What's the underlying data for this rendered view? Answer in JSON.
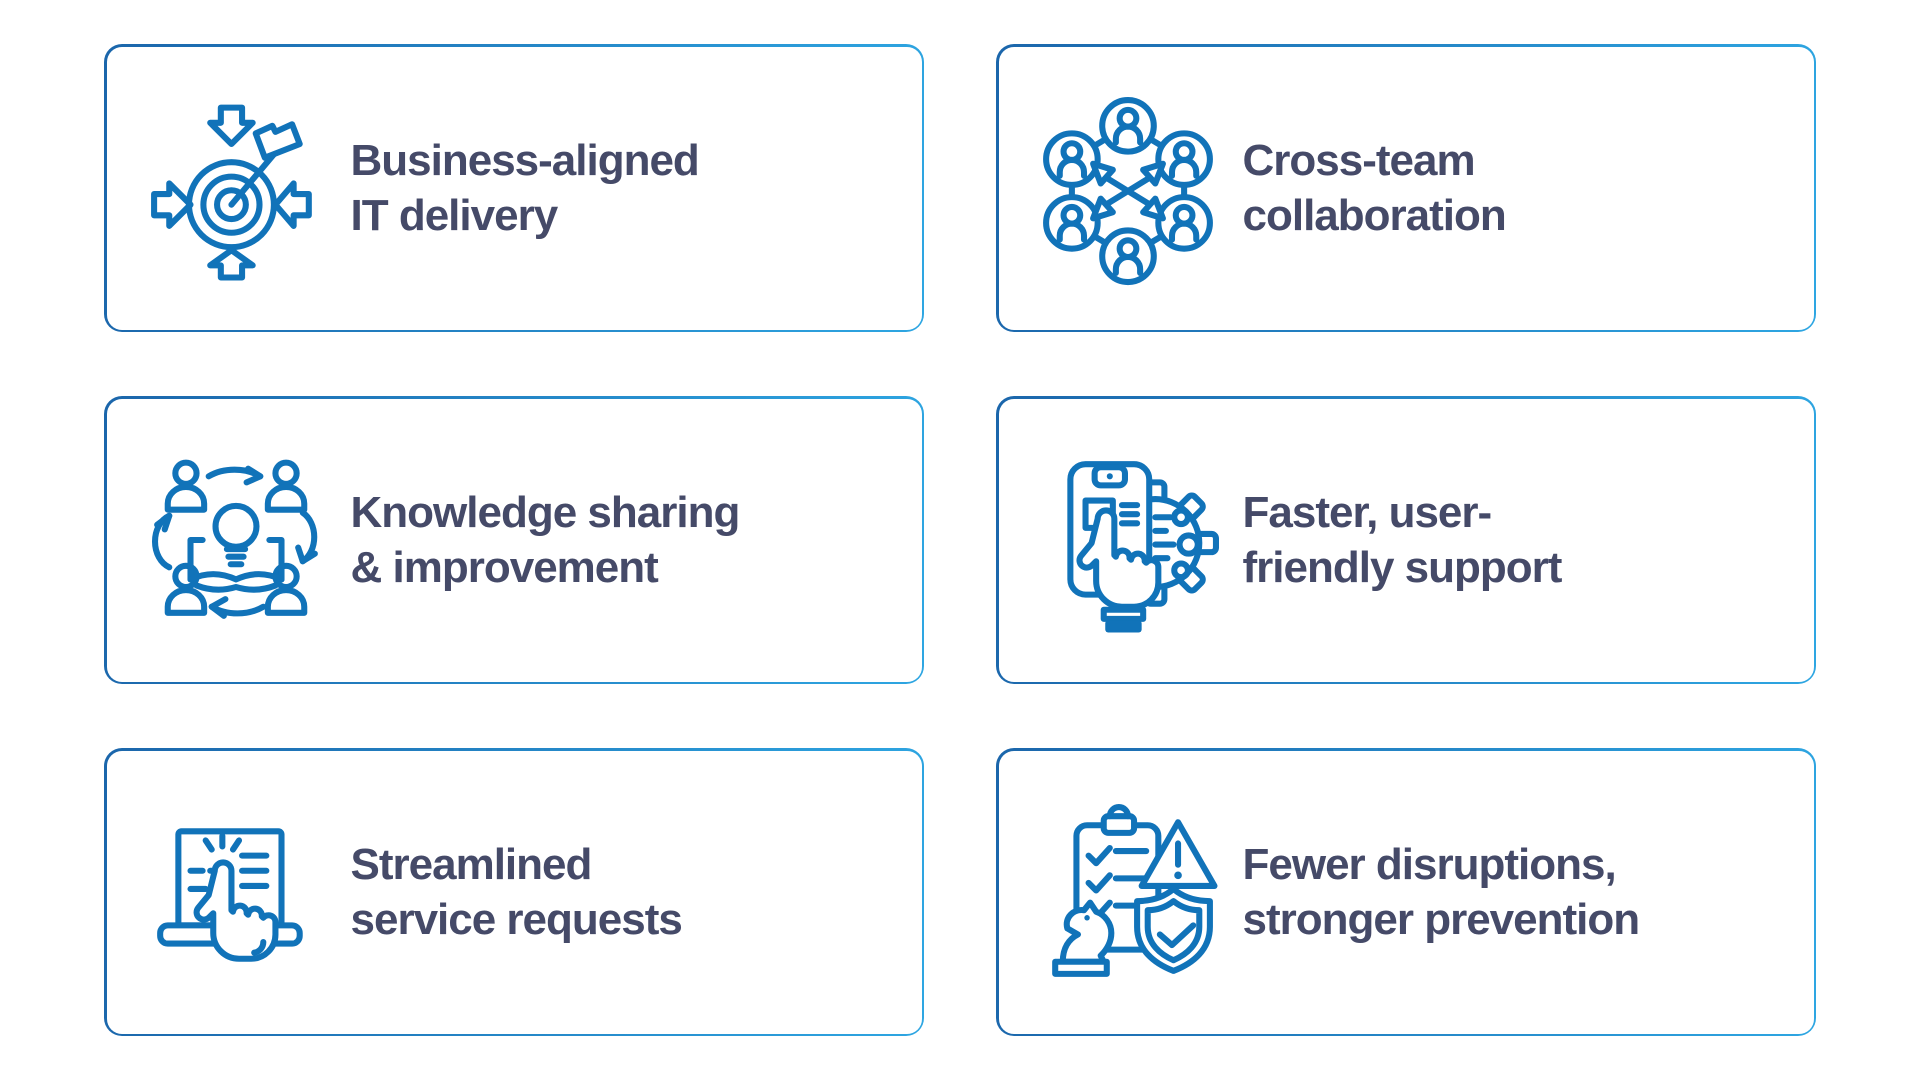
{
  "theme": {
    "background": "#ffffff",
    "icon_color": "#1173b9",
    "border_gradient_start": "#1b66ab",
    "border_gradient_end": "#2ea6e2",
    "text_color": "#454a68"
  },
  "cards": [
    {
      "id": "business-aligned-it-delivery",
      "title": "Business-aligned\nIT delivery",
      "icon": "target-arrows-icon"
    },
    {
      "id": "cross-team-collaboration",
      "title": "Cross-team\ncollaboration",
      "icon": "people-network-icon"
    },
    {
      "id": "knowledge-sharing-improvement",
      "title": "Knowledge sharing\n& improvement",
      "icon": "knowledge-cycle-icon"
    },
    {
      "id": "faster-user-friendly-support",
      "title": "Faster, user-\nfriendly support",
      "icon": "phone-gear-icon"
    },
    {
      "id": "streamlined-service-requests",
      "title": "Streamlined\nservice requests",
      "icon": "laptop-click-icon"
    },
    {
      "id": "fewer-disruptions-stronger-prevention",
      "title": "Fewer disruptions,\nstronger prevention",
      "icon": "checklist-shield-knight-icon"
    }
  ]
}
